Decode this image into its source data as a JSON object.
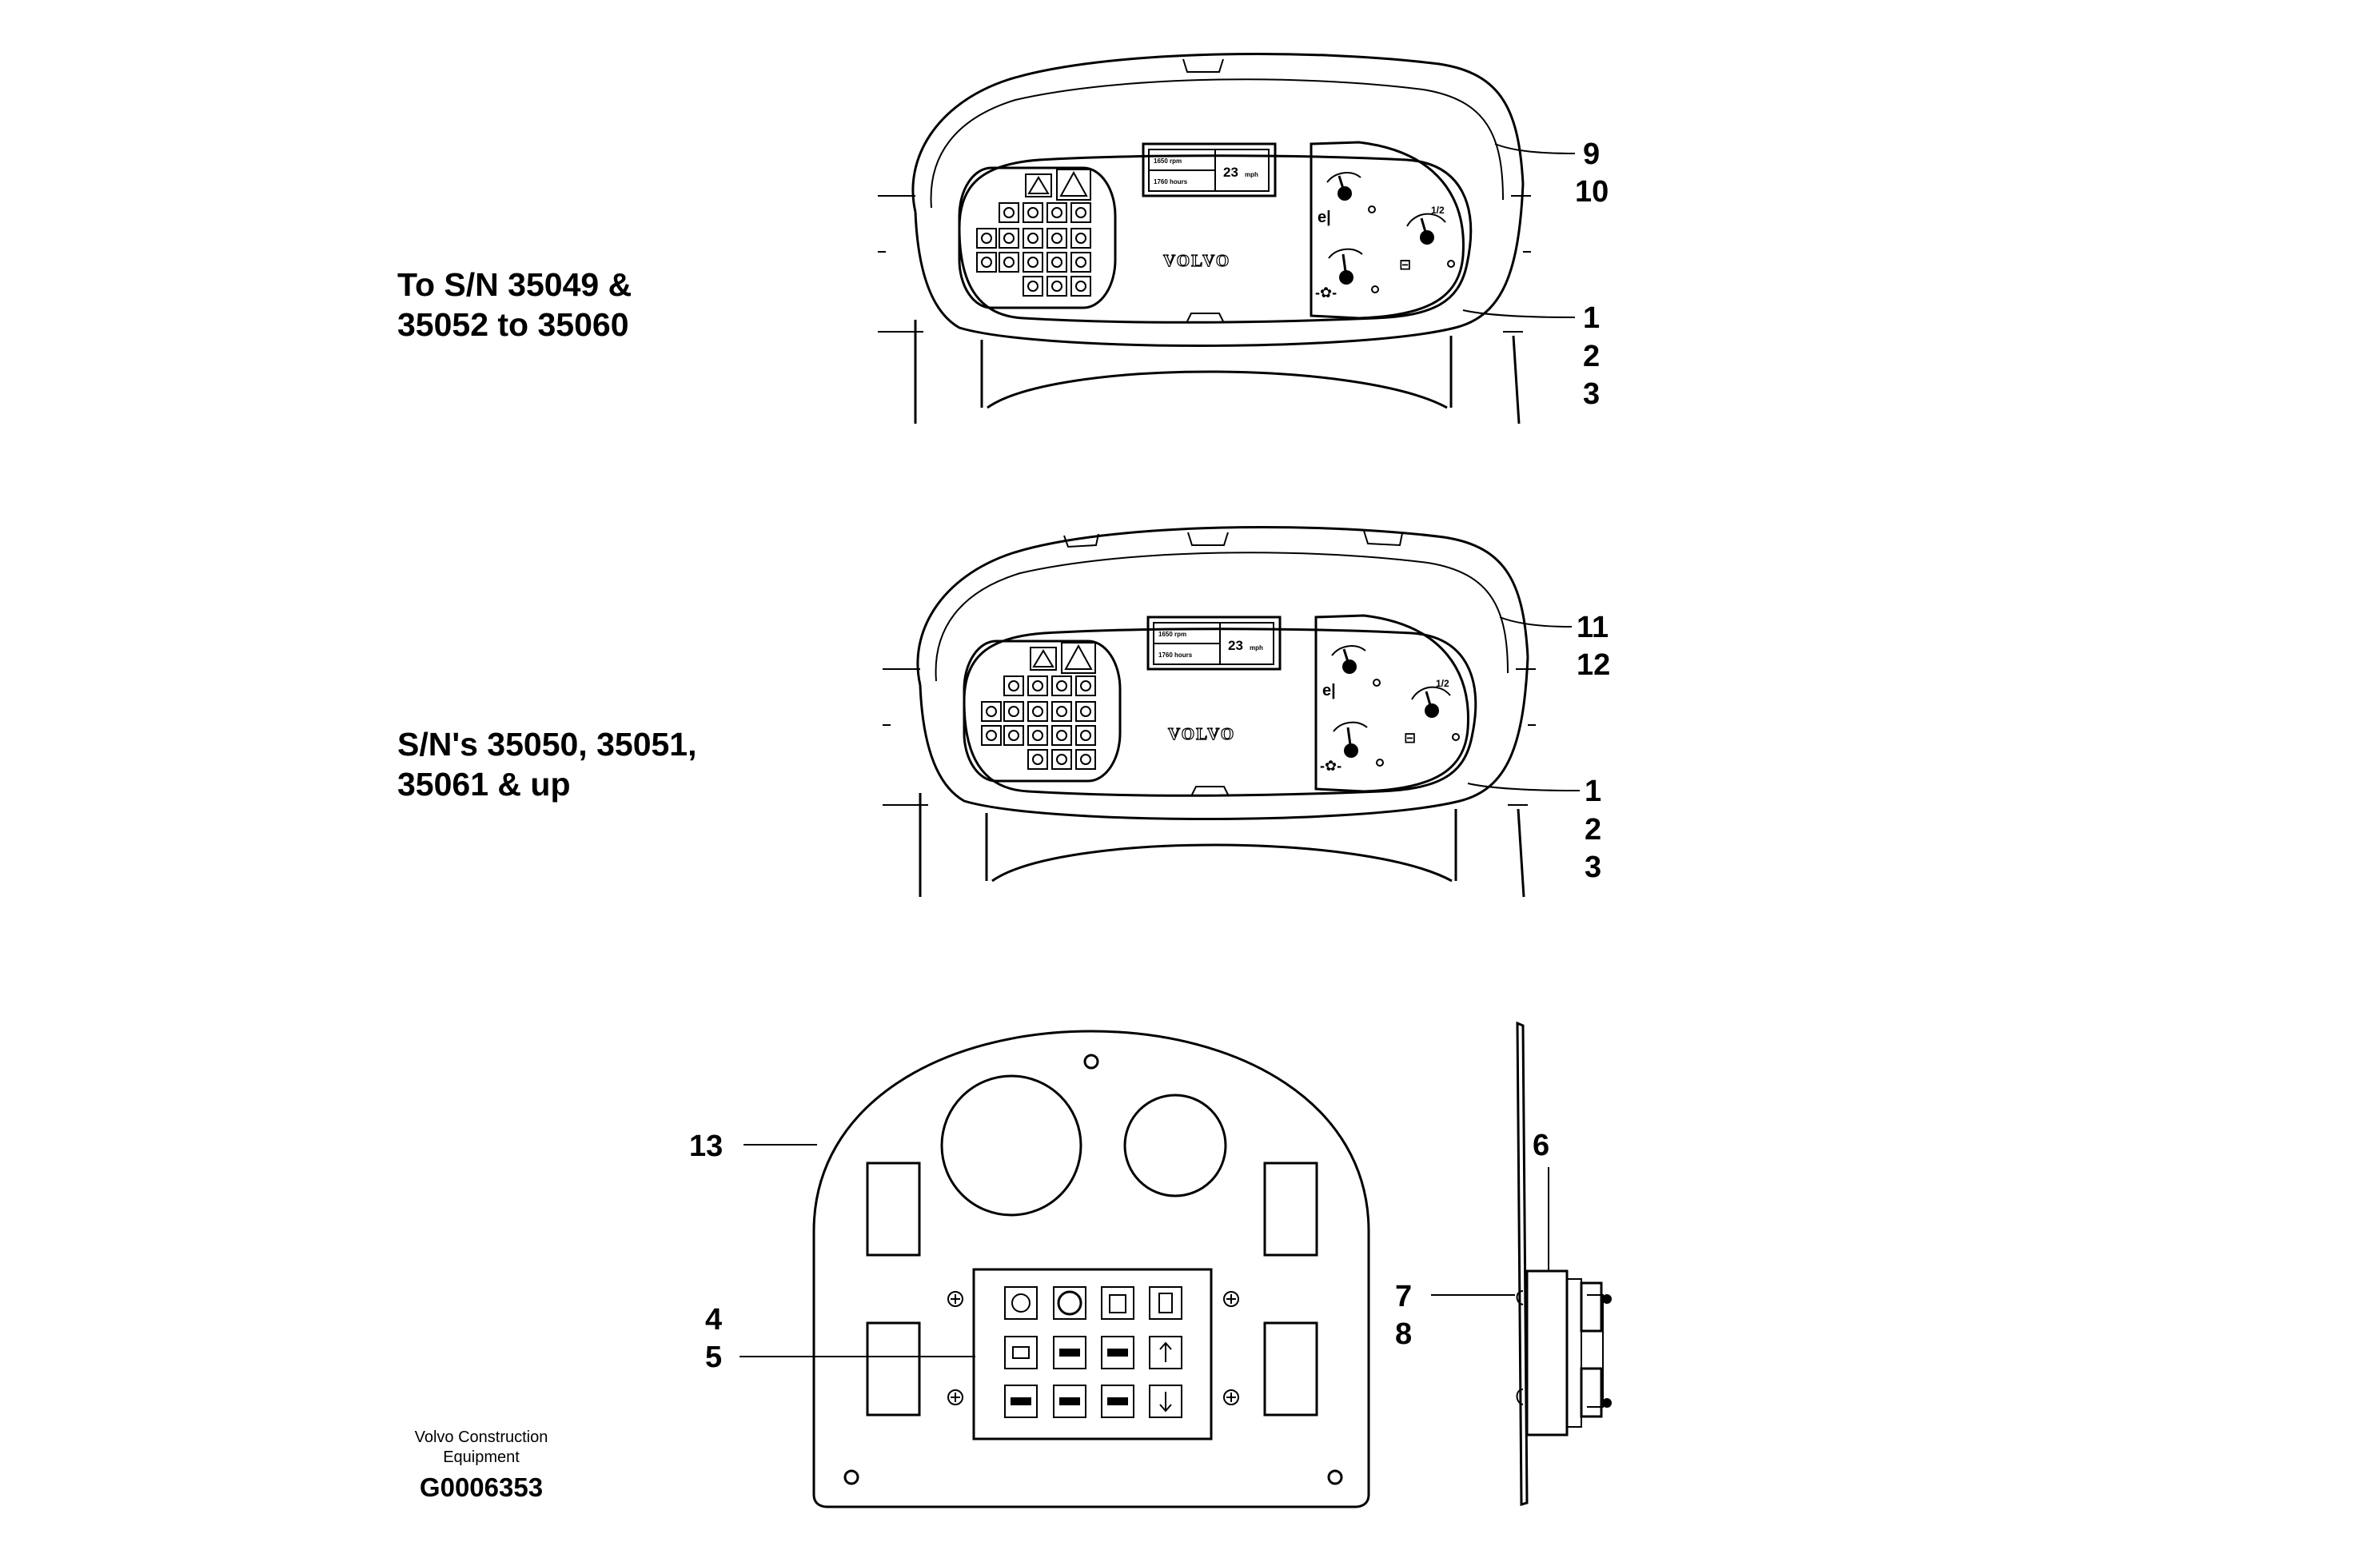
{
  "captions": {
    "top": [
      "To S/N 35049 &",
      "35052 to 35060"
    ],
    "middle": [
      "S/N's 35050, 35051,",
      "35061 & up"
    ]
  },
  "clusters": [
    {
      "lcd": {
        "rpm": "1650 rpm",
        "hours": "1760 hours",
        "speed": "23",
        "speed_unit": "mph"
      },
      "brand": "VOLVO",
      "gauge_label_half": "1/2",
      "callouts": [
        "9",
        "10",
        "1",
        "2",
        "3"
      ]
    },
    {
      "lcd": {
        "rpm": "1650 rpm",
        "hours": "1760 hours",
        "speed": "23",
        "speed_unit": "mph"
      },
      "brand": "VOLVO",
      "gauge_label_half": "1/2",
      "callouts": [
        "11",
        "12",
        "1",
        "2",
        "3"
      ]
    }
  ],
  "panel": {
    "callouts": {
      "plate": "13",
      "switch_a": "4",
      "switch_b": "5",
      "side_a": "6",
      "side_b": "7",
      "side_c": "8"
    }
  },
  "footer": {
    "company_line1": "Volvo Construction",
    "company_line2": "Equipment",
    "drawing_code": "G0006353"
  },
  "icons": [
    "warning-triangle-icon",
    "battery-icon",
    "coolant-temp-icon",
    "oil-pressure-icon",
    "fuel-pump-icon",
    "hazard-icon",
    "parking-brake-icon",
    "beacon-icon",
    "fan-icon",
    "directional-arrow-icon",
    "fuel-icon",
    "oil-can-icon"
  ]
}
